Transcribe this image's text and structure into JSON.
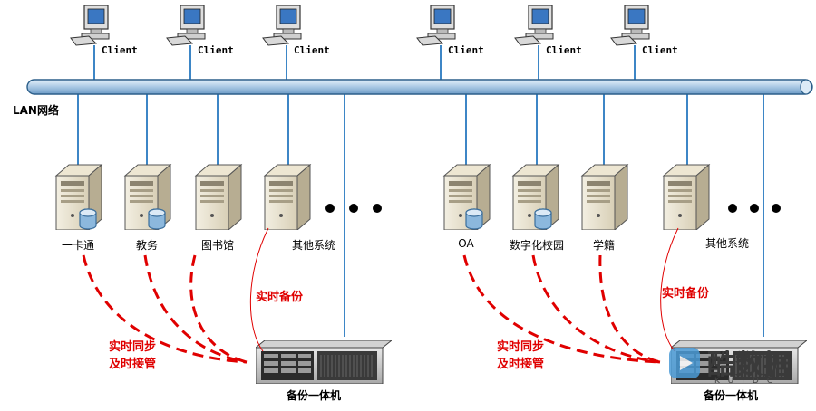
{
  "network_label": "LAN网络",
  "clients": [
    {
      "label": "Client"
    },
    {
      "label": "Client"
    },
    {
      "label": "Client"
    },
    {
      "label": "Client"
    },
    {
      "label": "Client"
    },
    {
      "label": "Client"
    }
  ],
  "left_group": {
    "servers": [
      {
        "label": "一卡通",
        "has_db": true
      },
      {
        "label": "教务",
        "has_db": true
      },
      {
        "label": "图书馆",
        "has_db": false
      },
      {
        "label": "其他系统",
        "has_db": false
      }
    ],
    "realtime_backup": "实时备份",
    "sync_line1": "实时同步",
    "sync_line2": "及时接管",
    "appliance_label": "备份一体机"
  },
  "right_group": {
    "servers": [
      {
        "label": "OA",
        "has_db": true
      },
      {
        "label": "数字化校园",
        "has_db": true
      },
      {
        "label": "学籍",
        "has_db": false
      },
      {
        "label": "其他系统",
        "has_db": false
      }
    ],
    "realtime_backup": "实时备份",
    "sync_line1": "实时同步",
    "sync_line2": "及时接管",
    "appliance_label": "备份一体机"
  },
  "watermark": {
    "text": "酷数据",
    "sub": "KUIDC"
  },
  "colors": {
    "bus": "#b9d4ea",
    "bus_stroke": "#2c5f8a",
    "link": "#3d86c6",
    "dash": "#e00000"
  }
}
